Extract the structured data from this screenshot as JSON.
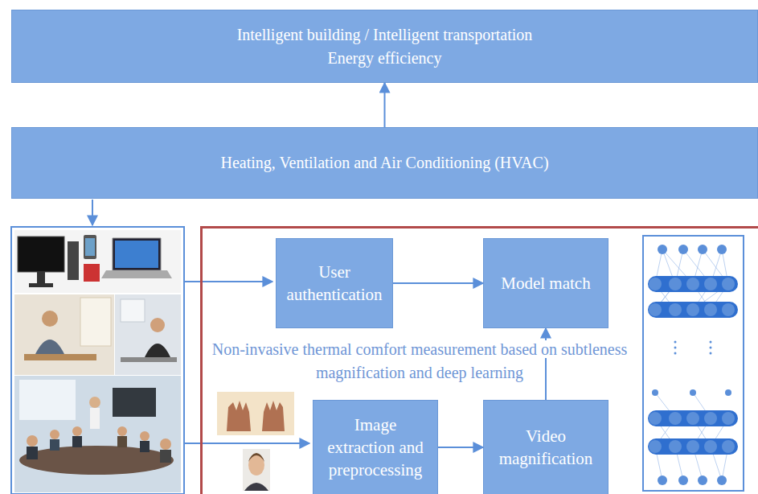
{
  "diagram": {
    "nodes": [
      {
        "text": [
          "Intelligent building / Intelligent transportation",
          "Energy efficiency"
        ]
      },
      {
        "text": [
          "Heating, Ventilation and Air Conditioning (HVAC)"
        ]
      },
      {
        "text": [
          "Non-invasive thermal comfort measurement based on subtleness magnification and deep learning"
        ]
      },
      {
        "text": [
          "User authentication"
        ],
        "in": 2
      },
      {
        "text": [
          "Model match"
        ],
        "in": 2
      },
      {
        "text": [
          "Image extraction and preprocessing"
        ],
        "in": 2
      },
      {
        "text": [
          "Video magnification"
        ],
        "in": 2
      }
    ],
    "edges": [
      {
        "from": 1,
        "to": 0,
        "arrow": "to"
      },
      {
        "from": 3,
        "to": 4,
        "arrow": "to"
      },
      {
        "from": 5,
        "to": 6,
        "arrow": "to"
      },
      {
        "from": 6,
        "to": 4,
        "arrow": "to"
      }
    ]
  }
}
